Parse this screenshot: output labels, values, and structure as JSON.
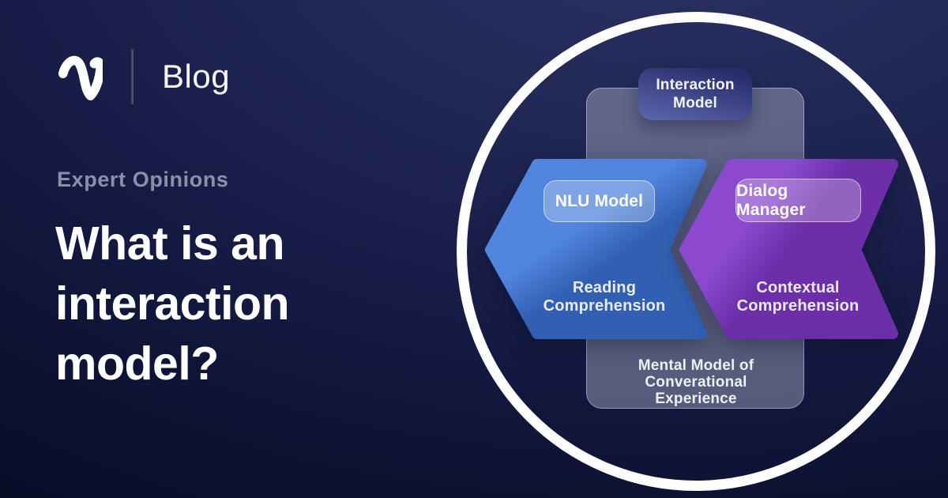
{
  "brand": {
    "logo_icon": "voiceflow-script-v",
    "blog_label": "Blog"
  },
  "eyebrow": "Expert Opinions",
  "title": {
    "lines": [
      "What is an",
      "interaction",
      "model?"
    ]
  },
  "diagram": {
    "badge": {
      "lines": [
        "Interaction",
        "Model"
      ]
    },
    "nlu": {
      "pill": "NLU Model",
      "caption_lines": [
        "Reading",
        "Comprehension"
      ]
    },
    "dialog": {
      "pill": "Dialog Manager",
      "caption_lines": [
        "Contextual",
        "Comprehension"
      ]
    },
    "panel": {
      "caption_lines": [
        "Mental Model of",
        "Converational",
        "Experience"
      ]
    }
  },
  "colors": {
    "bg-top": "#2C3366",
    "bg-bottom": "#070B24",
    "ring": "#FDFDFE",
    "panel-fill": "rgba(189,194,214,0.40)",
    "panel-border": "rgba(255,255,255,0.38)",
    "blue-light": "#5285DE",
    "blue-dark": "#3160B2",
    "purple-light": "#8A49CF",
    "purple-dark": "#6C2FA9",
    "badge-top": "#262C6A",
    "badge-bottom": "#5B63A9",
    "pill-fill": "rgba(255,255,255,0.26)",
    "pill-border": "rgba(255,255,255,0.55)",
    "eyebrow": "#8B90AA",
    "heading": "#FFFFFF",
    "divider": "#474D6E",
    "caption": "#E9ECF7"
  }
}
